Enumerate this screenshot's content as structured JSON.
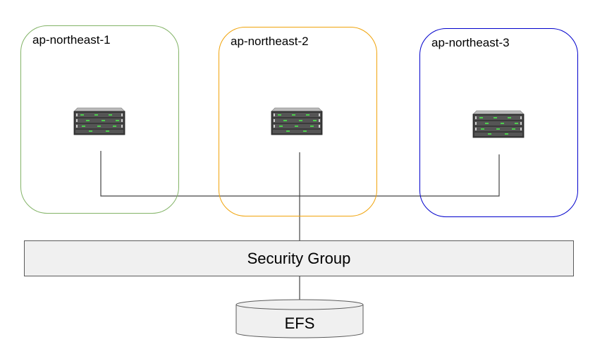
{
  "zones": [
    {
      "label": "ap-northeast-1",
      "color": "#82b366"
    },
    {
      "label": "ap-northeast-2",
      "color": "#f0a30a"
    },
    {
      "label": "ap-northeast-3",
      "color": "#0000cc"
    }
  ],
  "servers": [
    {
      "icon": "server-rack-icon"
    },
    {
      "icon": "server-rack-icon"
    },
    {
      "icon": "server-rack-icon"
    }
  ],
  "security_group": {
    "label": "Security Group"
  },
  "storage": {
    "label": "EFS",
    "icon": "database-cylinder-icon"
  }
}
